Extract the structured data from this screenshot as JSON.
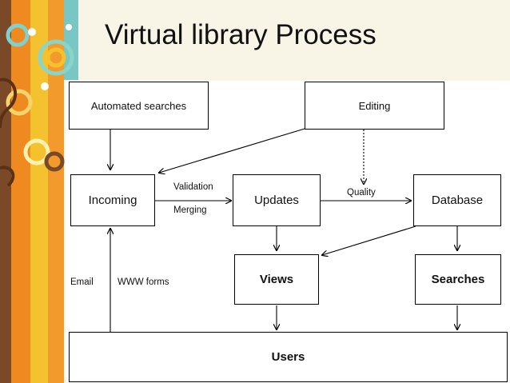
{
  "slide": {
    "title": "Virtual library Process"
  },
  "diagram": {
    "nodes": {
      "automated_searches": "Automated searches",
      "editing": "Editing",
      "incoming": "Incoming",
      "updates": "Updates",
      "database": "Database",
      "views": "Views",
      "searches": "Searches",
      "users": "Users"
    },
    "edge_labels": {
      "validation": "Validation",
      "merging": "Merging",
      "quality": "Quality",
      "email": "Email",
      "www_forms": "WWW forms"
    }
  },
  "colors": {
    "bg": "#f8f4e6",
    "stripe_teal": "#6cc3c7",
    "stripe_orange": "#f08a1e",
    "stripe_yellow": "#f5c22b",
    "stripe_brown": "#6b3a1f"
  }
}
